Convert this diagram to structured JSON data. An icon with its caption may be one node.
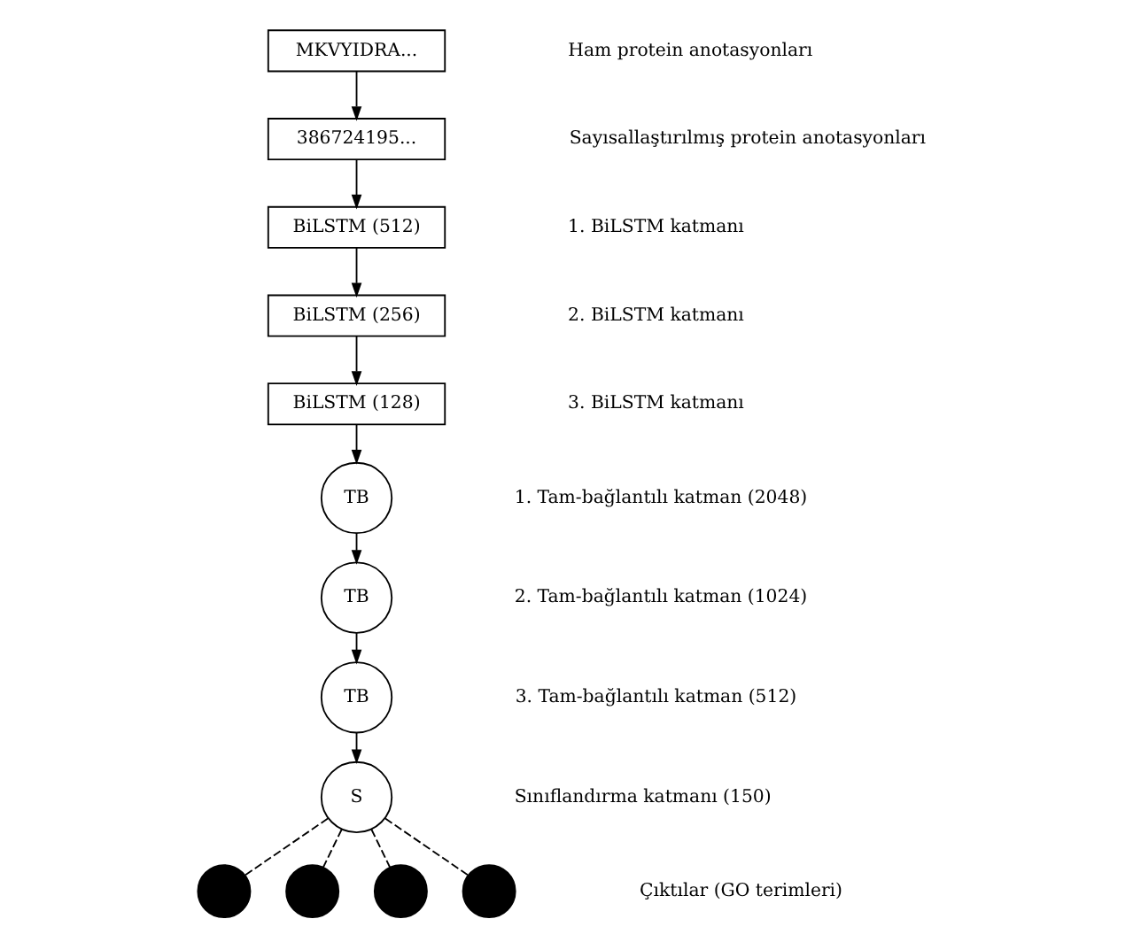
{
  "diagram": {
    "nodes": [
      {
        "text": [
          "MKVYIDRA..."
        ]
      },
      {
        "text": [
          "386724195..."
        ]
      },
      {
        "text": [
          "BiLSTM (512)"
        ]
      },
      {
        "text": [
          "BiLSTM (256)"
        ]
      },
      {
        "text": [
          "BiLSTM (128)"
        ]
      },
      {
        "text": [
          "TB"
        ]
      },
      {
        "text": [
          "TB"
        ]
      },
      {
        "text": [
          "TB"
        ]
      },
      {
        "text": [
          "S"
        ]
      },
      {
        "text": [],
        "shape": "circle"
      },
      {
        "text": [],
        "shape": "circle"
      },
      {
        "text": [],
        "shape": "circle"
      },
      {
        "text": [],
        "shape": "circle"
      }
    ],
    "edges": [
      {
        "from": 0,
        "to": 1,
        "arrow": "to"
      },
      {
        "from": 1,
        "to": 2,
        "arrow": "to"
      },
      {
        "from": 2,
        "to": 3,
        "arrow": "to"
      },
      {
        "from": 3,
        "to": 4,
        "arrow": "to"
      },
      {
        "from": 4,
        "to": 5,
        "arrow": "to"
      },
      {
        "from": 5,
        "to": 6,
        "arrow": "to"
      },
      {
        "from": 6,
        "to": 7,
        "arrow": "to"
      },
      {
        "from": 7,
        "to": 8,
        "arrow": "to"
      },
      {
        "from": 8,
        "to": 9,
        "arrow": "none",
        "style": "dashed"
      },
      {
        "from": 8,
        "to": 10,
        "arrow": "none",
        "style": "dashed"
      },
      {
        "from": 8,
        "to": 11,
        "arrow": "none",
        "style": "dashed"
      },
      {
        "from": 8,
        "to": 12,
        "arrow": "none",
        "style": "dashed"
      }
    ],
    "labels": [
      "Ham protein anotasyonları",
      "Sayısallaştırılmış protein anotasyonları",
      "1. BiLSTM katmanı",
      "2. BiLSTM katmanı",
      "3. BiLSTM katmanı",
      "1. Tam-bağlantılı katman (2048)",
      "2. Tam-bağlantılı katman (1024)",
      "3. Tam-bağlantılı katman (512)",
      "Sınıflandırma katmanı (150)",
      "Çıktılar (GO terimleri)"
    ]
  }
}
